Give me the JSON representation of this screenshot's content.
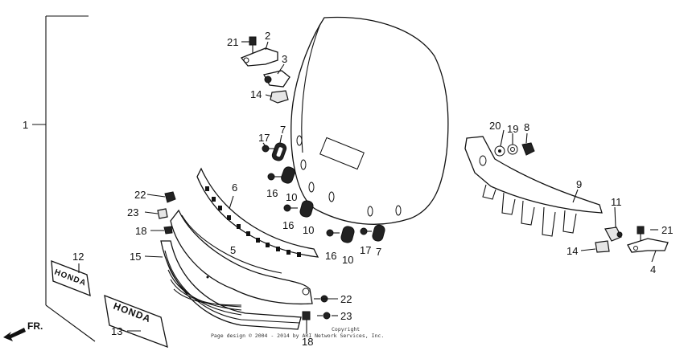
{
  "callouts": {
    "c1": "1",
    "c2": "2",
    "c3": "3",
    "c4": "4",
    "c5": "5",
    "c6": "6",
    "c7a": "7",
    "c7b": "7",
    "c8": "8",
    "c9": "9",
    "c10a": "10",
    "c10b": "10",
    "c10c": "10",
    "c11": "11",
    "c12": "12",
    "c13": "13",
    "c14a": "14",
    "c14b": "14",
    "c15": "15",
    "c16a": "16",
    "c16b": "16",
    "c16c": "16",
    "c17a": "17",
    "c17b": "17",
    "c18a": "18",
    "c18b": "18",
    "c19": "19",
    "c20": "20",
    "c21a": "21",
    "c21b": "21",
    "c22a": "22",
    "c22b": "22",
    "c23a": "23",
    "c23b": "23"
  },
  "emblems": {
    "emblem12": "HONDA",
    "emblem13": "HONDA"
  },
  "direction": {
    "label": "FR."
  },
  "copyright": {
    "line1": "Copyright",
    "line2": "Page design © 2004 - 2014 by ARI Network Services, Inc."
  }
}
